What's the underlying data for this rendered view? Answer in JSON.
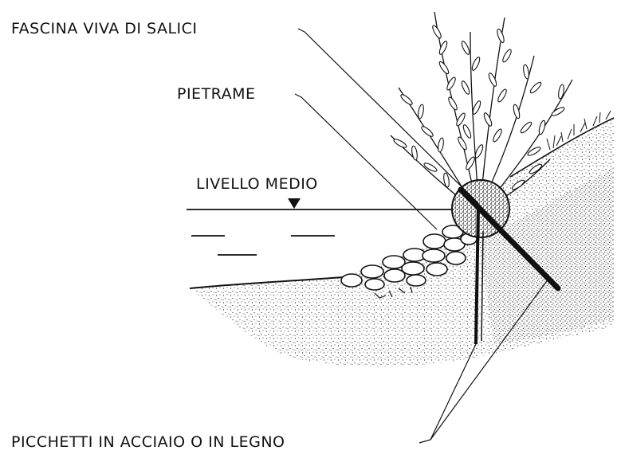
{
  "labels": {
    "fascina": "FASCINA VIVA DI SALICI",
    "pietrame": "PIETRAME",
    "livello": "LIVELLO MEDIO",
    "picchetti": "PICCHETTI IN ACCIAIO O IN LEGNO"
  },
  "colors": {
    "ink": "#111111",
    "background": "#ffffff"
  }
}
